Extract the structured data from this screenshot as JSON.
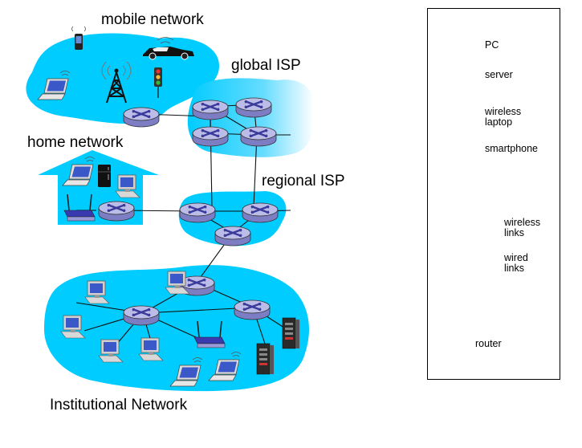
{
  "regions": {
    "mobile": "mobile network",
    "global": "global ISP",
    "home": "home network",
    "regional": "regional ISP",
    "institutional": "Institutional Network"
  },
  "legend": {
    "pc": "PC",
    "server": "server",
    "wireless_laptop_1": "wireless",
    "wireless_laptop_2": "laptop",
    "smartphone": "smartphone",
    "wireless_links_1": "wireless",
    "wireless_links_2": "links",
    "wired_links_1": "wired",
    "wired_links_2": "links",
    "router": "router"
  },
  "colors": {
    "network_fill": "#00ccff",
    "router_top": "#b9b9e6",
    "router_side": "#7a7ac2"
  }
}
